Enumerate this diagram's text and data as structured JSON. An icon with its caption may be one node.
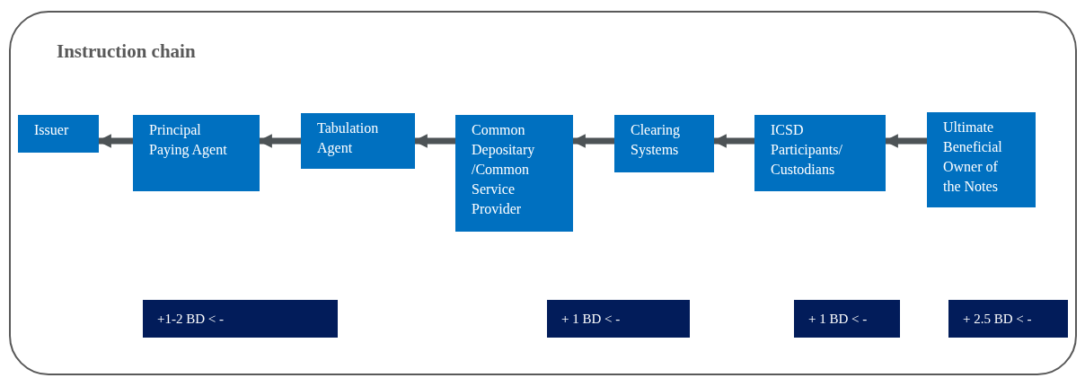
{
  "diagram": {
    "title": "Instruction chain",
    "nodes": [
      {
        "text": [
          "Issuer"
        ]
      },
      {
        "text": [
          "Principal Paying Agent"
        ]
      },
      {
        "text": [
          "Tabulation Agent"
        ]
      },
      {
        "text": [
          "Common Depositary /Common Service Provider"
        ]
      },
      {
        "text": [
          "Clearing Systems"
        ]
      },
      {
        "text": [
          "ICSD Participants/ Custodians"
        ]
      },
      {
        "text": [
          "Ultimate Beneficial Owner of the Notes"
        ]
      },
      {
        "text": [
          "+1-2 BD < -"
        ]
      },
      {
        "text": [
          "+ 1 BD < -"
        ]
      },
      {
        "text": [
          "+ 1 BD < -"
        ]
      },
      {
        "text": [
          "+ 2.5 BD < -"
        ]
      }
    ],
    "edges": [
      {
        "from": 1,
        "to": 0,
        "arrow": "to"
      },
      {
        "from": 2,
        "to": 1,
        "arrow": "to"
      },
      {
        "from": 3,
        "to": 2,
        "arrow": "to"
      },
      {
        "from": 4,
        "to": 3,
        "arrow": "to"
      },
      {
        "from": 5,
        "to": 4,
        "arrow": "to"
      },
      {
        "from": 6,
        "to": 5,
        "arrow": "to"
      }
    ]
  }
}
